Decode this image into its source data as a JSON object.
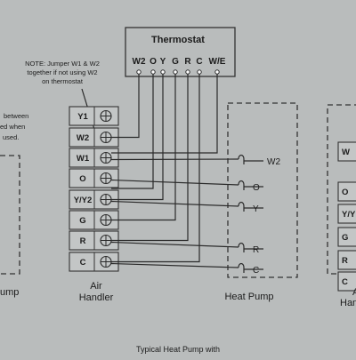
{
  "thermostat": {
    "title": "Thermostat",
    "terminals": [
      "W2",
      "O",
      "Y",
      "G",
      "R",
      "C",
      "W/E"
    ]
  },
  "note": {
    "lines": [
      "NOTE: Jumper W1 & W2",
      "together if not using W2",
      "on thermostat"
    ]
  },
  "left_note": {
    "lines": [
      "between",
      "ed when",
      "used."
    ]
  },
  "air_handler": {
    "terminals": [
      "Y1",
      "W2",
      "W1",
      "O",
      "Y/Y2",
      "G",
      "R",
      "C"
    ],
    "caption_line1": "Air",
    "caption_line2": "Handler"
  },
  "heat_pump": {
    "leads": [
      "W2",
      "O",
      "Y",
      "R",
      "C"
    ],
    "caption": "Heat Pump"
  },
  "left_edge_caption": "ump",
  "right_edge": {
    "labels": [
      "W",
      "O",
      "Y/Y",
      "G",
      "R",
      "C"
    ],
    "caption_line1": "A",
    "caption_line2": "Han"
  },
  "bottom_caption": {
    "line1": "Typical Heat Pump with"
  },
  "colors": {
    "background": "#b9bcbc",
    "line": "#2a2a2a"
  }
}
